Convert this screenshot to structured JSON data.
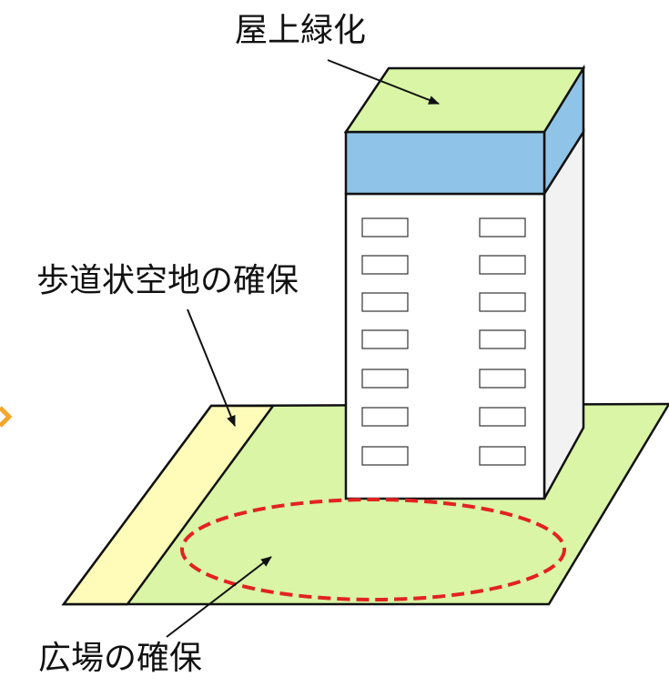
{
  "labels": {
    "rooftop_greening": "屋上緑化",
    "sidewalk_space": "歩道状空地の確保",
    "plaza_space": "広場の確保"
  },
  "colors": {
    "ground": "#d9f5a5",
    "walkway": "#fffbb8",
    "roof_top": "#d9f5a5",
    "roof_band": "#8fc3e7",
    "wall_front": "#ffffff",
    "wall_side": "#f2f2f2",
    "plaza_outline": "#e32222",
    "stroke": "#111111",
    "accent_marker": "#f4a62a"
  },
  "building": {
    "window_columns": 2,
    "window_rows": 7
  }
}
